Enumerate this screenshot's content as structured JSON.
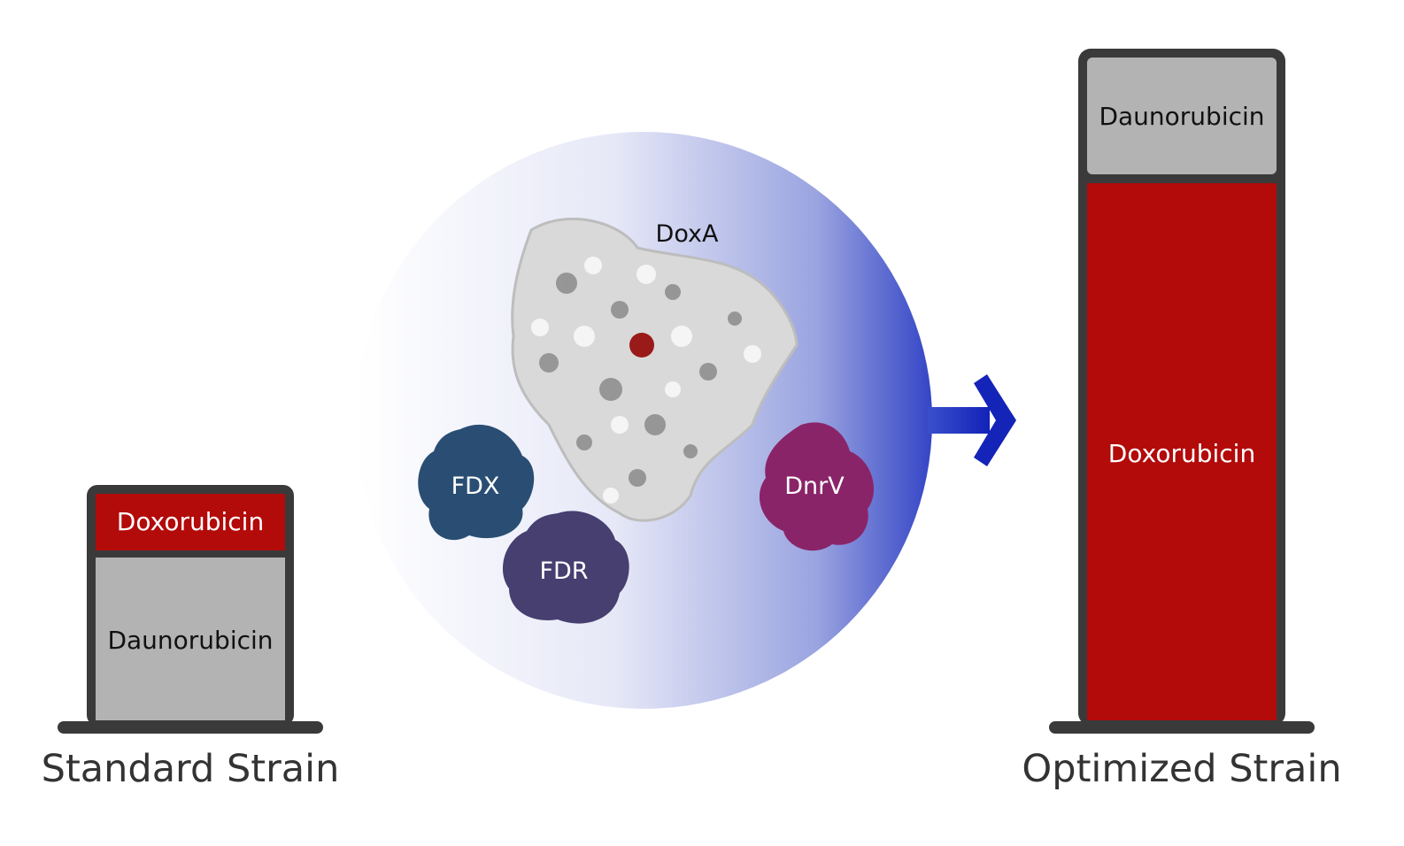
{
  "standard_strain": {
    "label": "Standard Strain",
    "top_segment": "Doxorubicin",
    "bottom_segment": "Daunorubicin",
    "doxorubicin_fraction": 0.25,
    "daunorubicin_fraction": 0.75
  },
  "optimized_strain": {
    "label": "Optimized Strain",
    "top_segment": "Daunorubicin",
    "bottom_segment": "Doxorubicin",
    "daunorubicin_fraction": 0.18,
    "doxorubicin_fraction": 0.82
  },
  "enzymes": {
    "doxa": "DoxA",
    "fdx": "FDX",
    "fdr": "FDR",
    "dnrv": "DnrV"
  },
  "colors": {
    "doxorubicin": "#b30a0a",
    "daunorubicin": "#b3b3b3",
    "frame": "#3a3a3a",
    "fdx": "#2a4e73",
    "fdr": "#463f70",
    "dnrv": "#8a2468",
    "arrow": "#1a2ec0"
  }
}
